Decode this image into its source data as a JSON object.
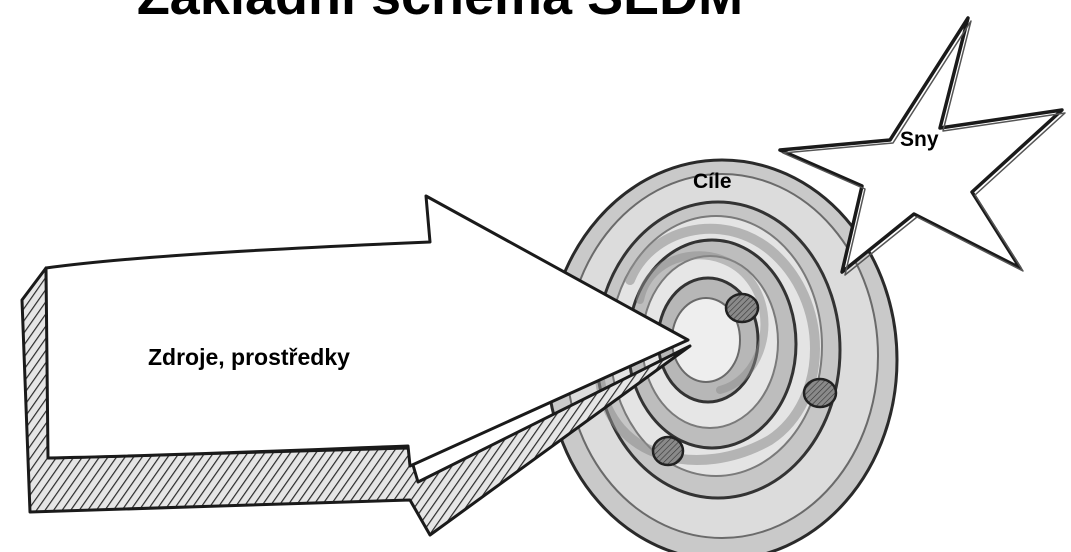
{
  "diagram": {
    "title": "Základní schéma SEDM",
    "labels": {
      "resources": "Zdroje, prostředky",
      "goals": "Cíle",
      "dreams": "Sny"
    },
    "colors": {
      "ink": "#1a1a1a",
      "fill": "#ffffff",
      "shade_light": "#d4d4d4",
      "shade_mid": "#a9a9a9",
      "shade_dark": "#7a7a7a",
      "hatch": "#2a2a2a"
    }
  }
}
